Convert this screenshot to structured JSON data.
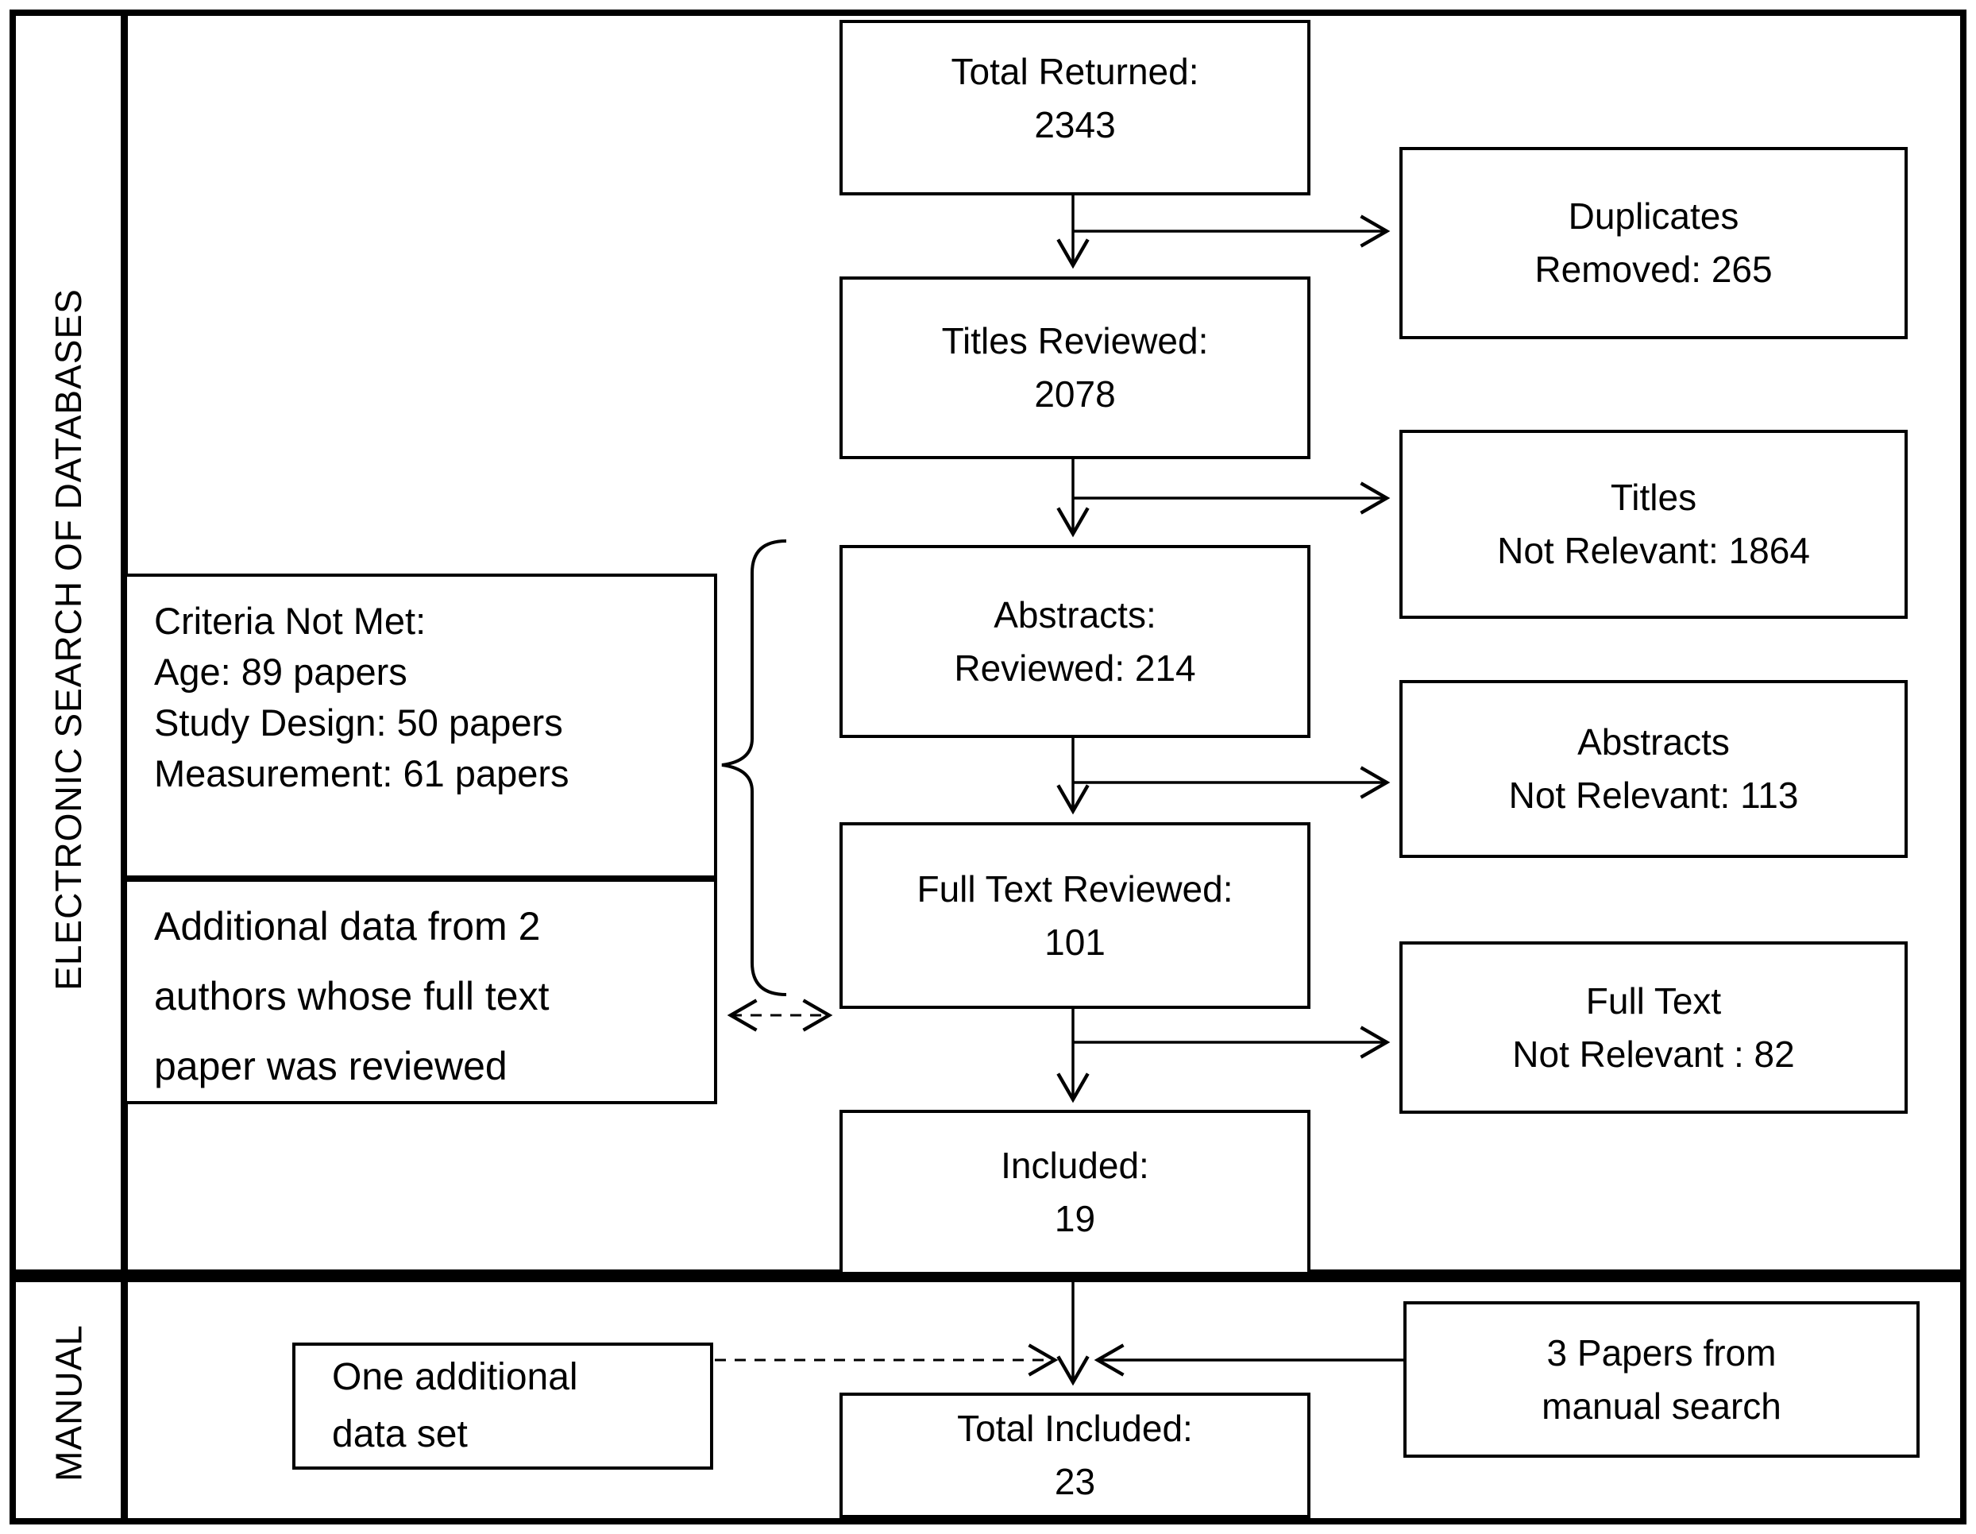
{
  "colors": {
    "background": "#ffffff",
    "line": "#000000",
    "text": "#000000"
  },
  "side_labels": {
    "electronic": "ELECTRONIC SEARCH OF DATABASES",
    "manual": "MANUAL"
  },
  "flow": {
    "total_returned": {
      "line1": "Total Returned:",
      "line2": "2343"
    },
    "titles_reviewed": {
      "line1": "Titles Reviewed:",
      "line2": "2078"
    },
    "abstracts_reviewed": {
      "line1": "Abstracts:",
      "line2": "Reviewed: 214"
    },
    "full_text_reviewed": {
      "line1": "Full Text Reviewed:",
      "line2": "101"
    },
    "included": {
      "line1": "Included:",
      "line2": "19"
    },
    "total_included": {
      "line1": "Total Included:",
      "line2": "23"
    }
  },
  "exclusions": {
    "duplicates_removed": {
      "line1": "Duplicates",
      "line2": "Removed: 265"
    },
    "titles_not_relevant": {
      "line1": "Titles",
      "line2": "Not Relevant: 1864"
    },
    "abstracts_not_relevant": {
      "line1": "Abstracts",
      "line2": "Not Relevant: 113"
    },
    "full_text_not_relevant": {
      "line1": "Full Text",
      "line2": "Not Relevant : 82"
    }
  },
  "notes": {
    "criteria_not_met": {
      "line1": "Criteria Not Met:",
      "line2": "Age: 89 papers",
      "line3": "Study Design: 50 papers",
      "line4": "Measurement: 61 papers"
    },
    "additional_authors": {
      "line1": "Additional data from 2",
      "line2": "authors whose full text",
      "line3": "paper was reviewed"
    },
    "one_additional": {
      "line1": "One additional",
      "line2": "data set"
    }
  },
  "manual_search": {
    "line1": "3 Papers from",
    "line2": "manual search"
  }
}
